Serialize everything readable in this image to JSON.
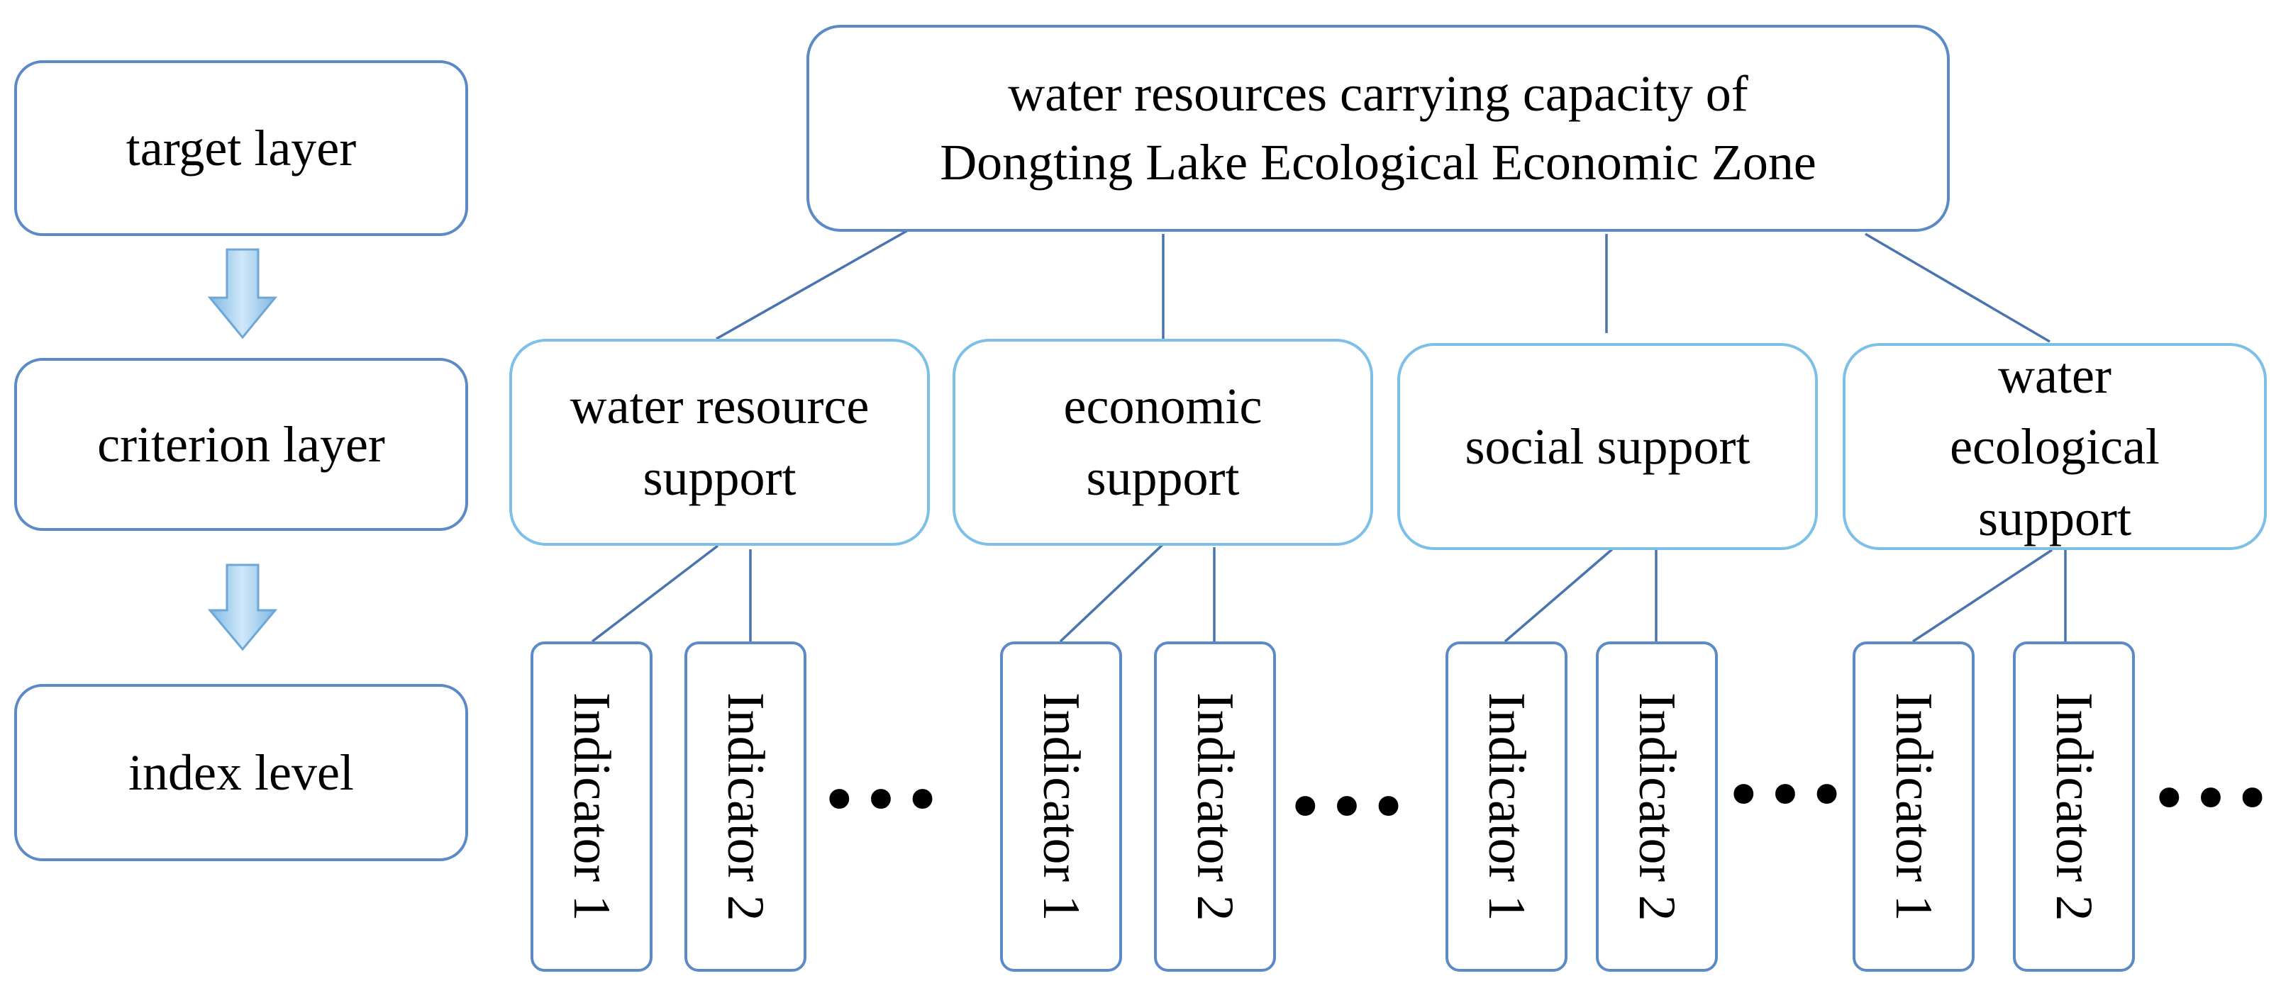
{
  "layers": {
    "target": "target layer",
    "criterion": "criterion layer",
    "index": "index level"
  },
  "goal": {
    "line1": "water resources carrying capacity of",
    "line2": "Dongting Lake Ecological Economic Zone"
  },
  "criteria": [
    {
      "lines": [
        "water resource",
        "support"
      ]
    },
    {
      "lines": [
        "economic",
        "support"
      ]
    },
    {
      "lines": [
        "social support"
      ]
    },
    {
      "lines": [
        "water",
        "ecological",
        "support"
      ]
    }
  ],
  "indicators": {
    "first": "Indicator 1",
    "second": "Indicator 2",
    "ellipsis": "•••"
  },
  "colors": {
    "border_dark": "#5b8ac6",
    "border_light": "#7cc0e8",
    "arrow_fill": "#a9d3ef",
    "line": "#4a74ad"
  }
}
